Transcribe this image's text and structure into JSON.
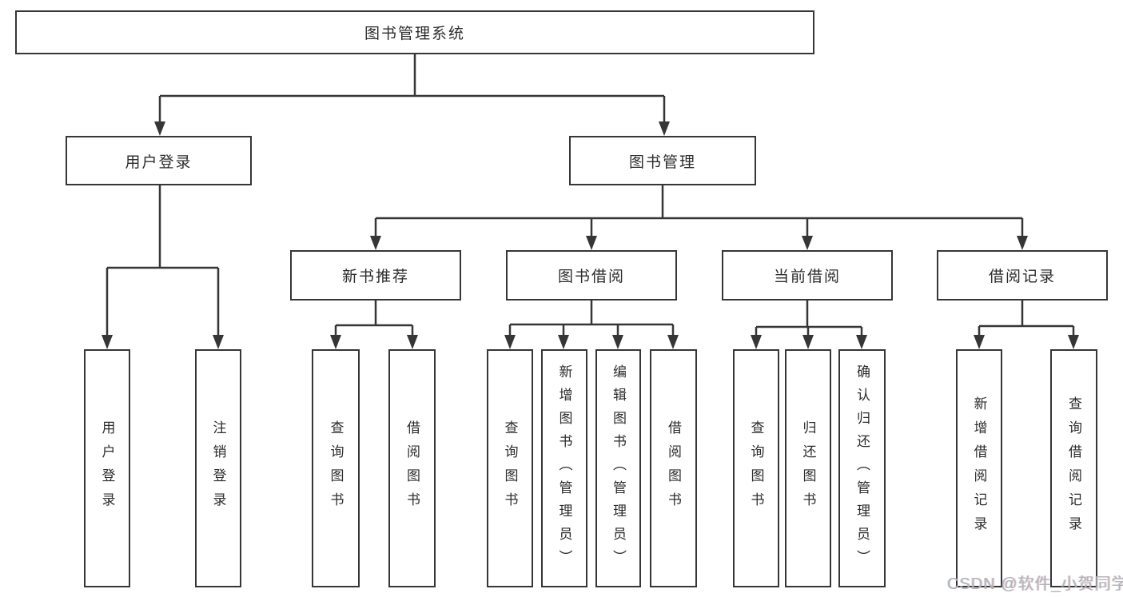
{
  "diagram_title": "图书管理系统",
  "tree": {
    "root": {
      "label": "图书管理系统",
      "children": [
        {
          "label": "用户登录",
          "children": [
            {
              "label": "用户登录"
            },
            {
              "label": "注销登录"
            }
          ]
        },
        {
          "label": "图书管理",
          "children": [
            {
              "label": "新书推荐",
              "children": [
                {
                  "label": "查询图书"
                },
                {
                  "label": "借阅图书"
                }
              ]
            },
            {
              "label": "图书借阅",
              "children": [
                {
                  "label": "查询图书"
                },
                {
                  "label": "新增图书（管理员）"
                },
                {
                  "label": "编辑图书（管理员）"
                },
                {
                  "label": "借阅图书"
                }
              ]
            },
            {
              "label": "当前借阅",
              "children": [
                {
                  "label": "查询图书"
                },
                {
                  "label": "归还图书"
                },
                {
                  "label": "确认归还（管理员）"
                }
              ]
            },
            {
              "label": "借阅记录",
              "children": [
                {
                  "label": "新增借阅记录"
                },
                {
                  "label": "查询借阅记录"
                }
              ]
            }
          ]
        }
      ]
    }
  },
  "watermark": {
    "text": "CSDN @软件_小贺同学"
  },
  "colors": {
    "line": "#363636",
    "box_border": "#363636",
    "text": "#2c2c2c",
    "watermark": "#b5b5b5",
    "background": "#ffffff"
  }
}
